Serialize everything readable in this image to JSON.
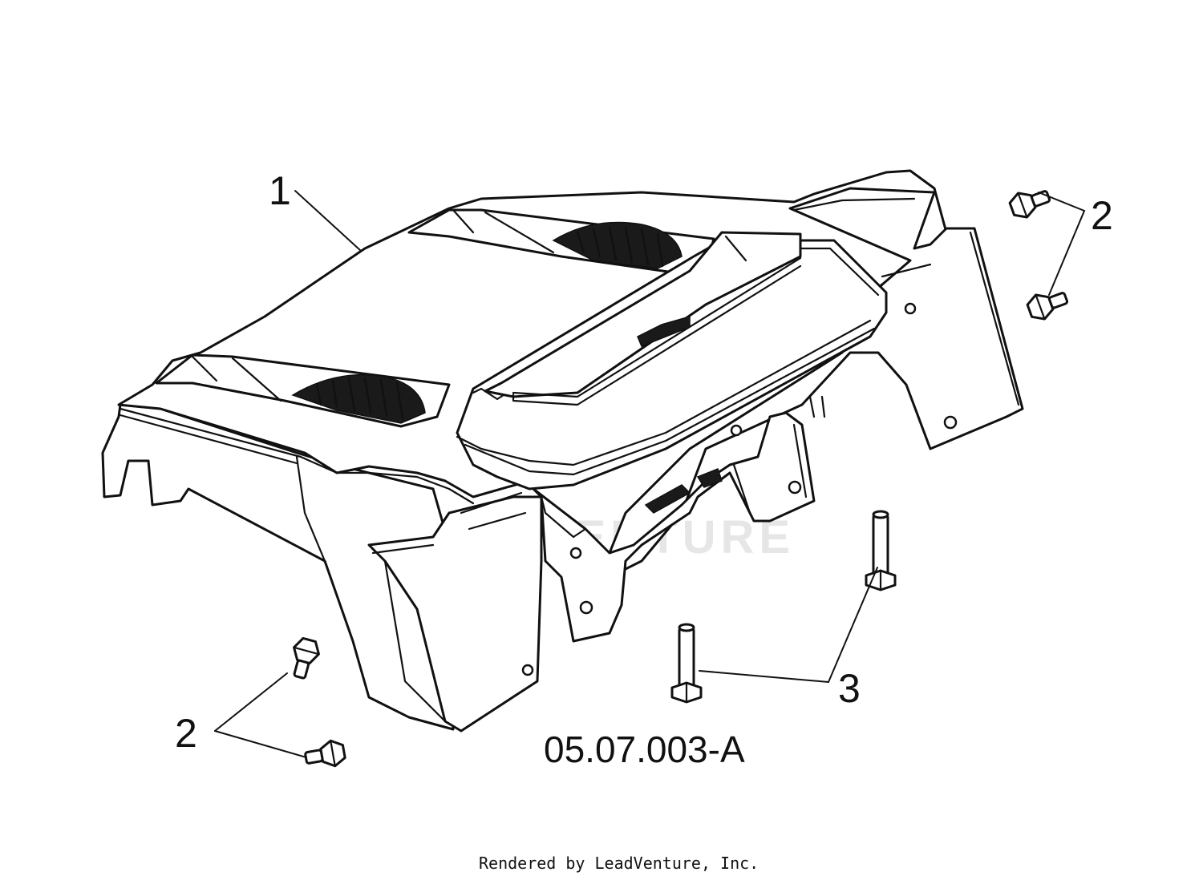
{
  "callouts": {
    "item_1": "1",
    "item_2_upper": "2",
    "item_2_lower": "2",
    "item_3": "3"
  },
  "diagram_code": "05.07.003-A",
  "watermark": "LEADVENTURE",
  "credit": "Rendered by LeadVenture, Inc."
}
